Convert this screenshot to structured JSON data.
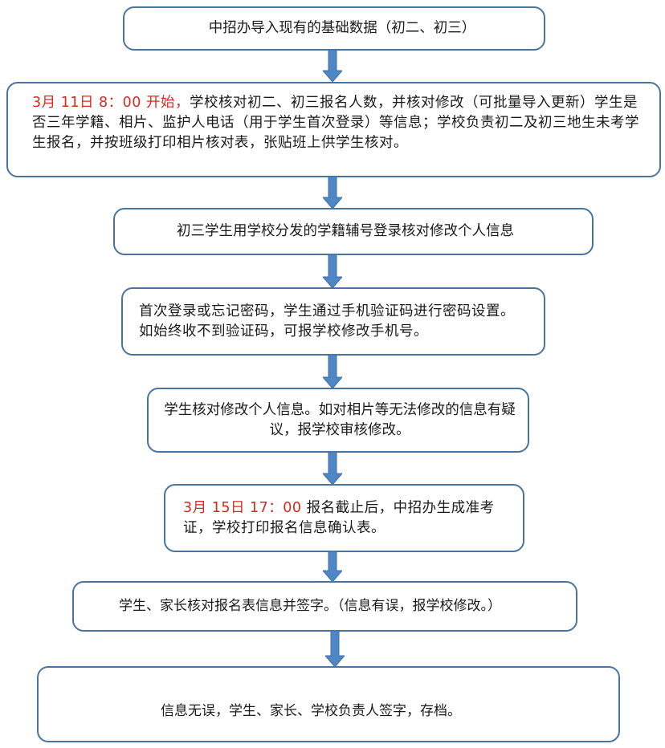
{
  "flowchart": {
    "title": "中招报名流程",
    "accent_color": "#4a74a0",
    "arrow_color": "#4f86c6",
    "highlight_color": "#d42a20",
    "steps": [
      {
        "text": "中招办导入现有的基础数据（初二、初三）"
      },
      {
        "highlight": "3月 11日 8：00 开始，",
        "text": "学校核对初二、初三报名人数，并核对修改（可批量导入更新）学生是否三年学籍、相片、监护人电话（用于学生首次登录）等信息；学校负责初二及初三地生未考学生报名，并按班级打印相片核对表，张贴班上供学生核对。"
      },
      {
        "text": "初三学生用学校分发的学籍辅号登录核对修改个人信息"
      },
      {
        "text": "首次登录或忘记密码，学生通过手机验证码进行密码设置。如始终收不到验证码，可报学校修改手机号。"
      },
      {
        "text": "学生核对修改个人信息。如对相片等无法修改的信息有疑议，报学校审核修改。"
      },
      {
        "highlight": "3月 15日 17：00 ",
        "text": "报名截止后，中招办生成准考证，学校打印报名信息确认表。"
      },
      {
        "text": "学生、家长核对报名表信息并签字。（信息有误，报学校修改。）"
      },
      {
        "text": "信息无误，学生、家长、学校负责人签字，存档。"
      }
    ],
    "arrows": [
      "down-arrow",
      "down-arrow",
      "down-arrow",
      "down-arrow",
      "down-arrow",
      "down-arrow",
      "down-arrow"
    ]
  }
}
